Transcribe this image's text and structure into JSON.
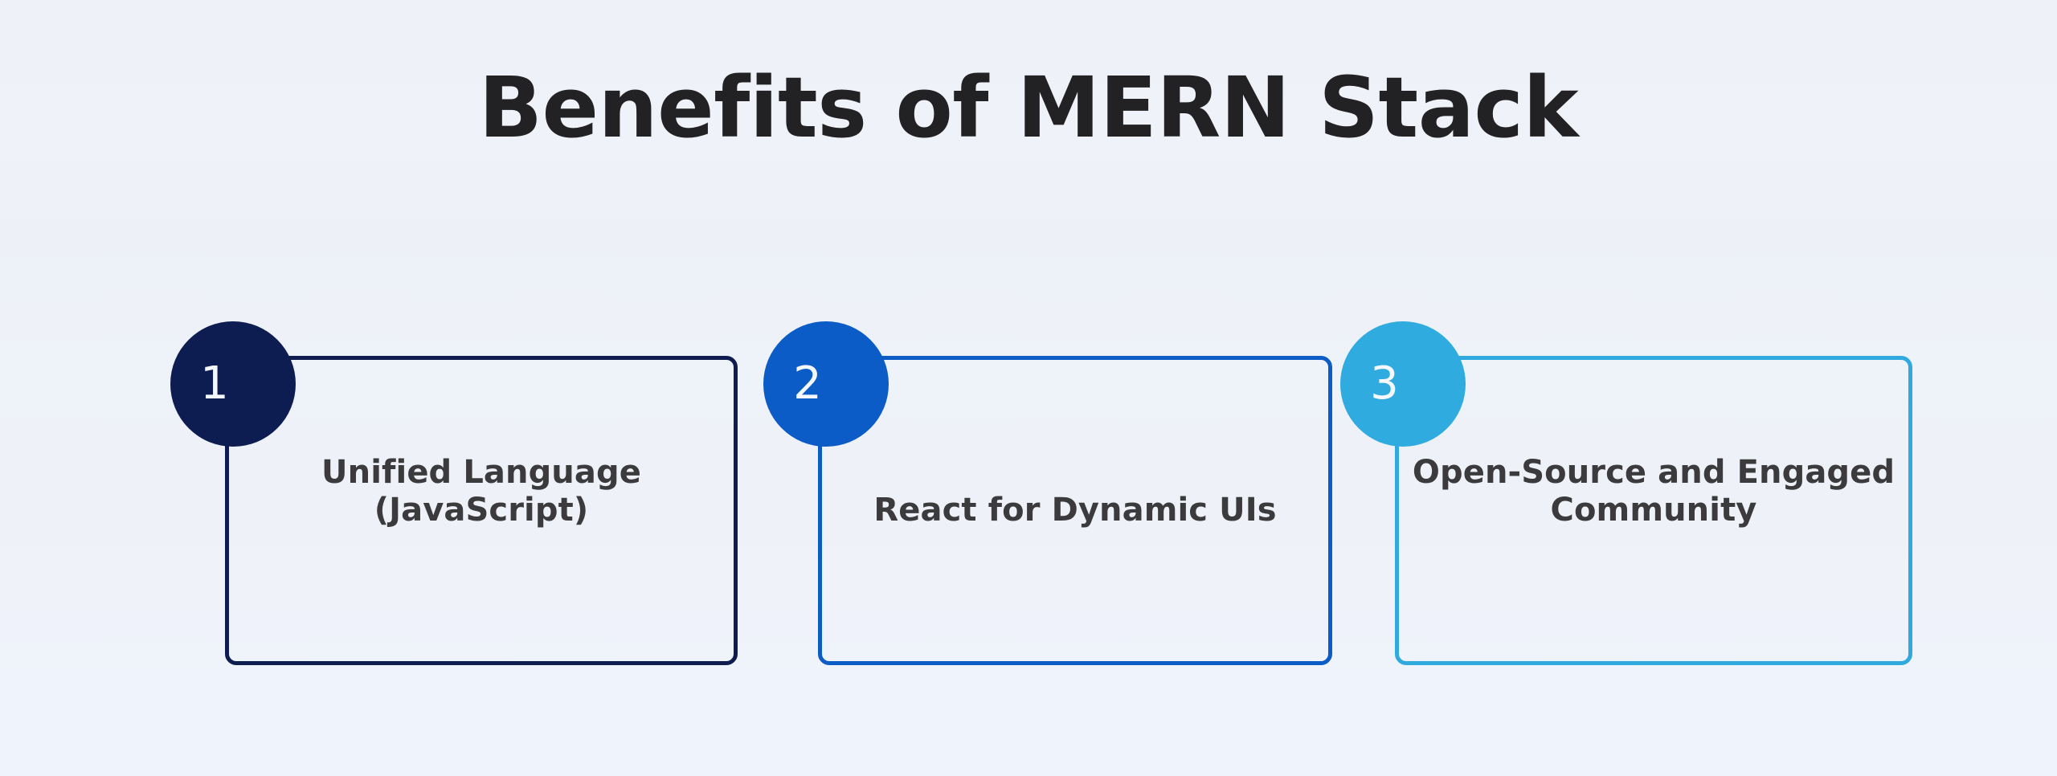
{
  "title": "Benefits of MERN Stack",
  "background_color": "#eef2f8",
  "title_color": "#222224",
  "label_color": "#3b3b3d",
  "cards": [
    {
      "number": "1",
      "label": "Unified Language (JavaScript)",
      "badge_color": "#0d1d52",
      "border_color": "#0e1c4f"
    },
    {
      "number": "2",
      "label": "React for Dynamic UIs",
      "badge_color": "#0b5cc6",
      "border_color": "#0c5cc6"
    },
    {
      "number": "3",
      "label": "Open-Source and Engaged Community",
      "badge_color": "#2fabdf",
      "border_color": "#30aade"
    }
  ]
}
